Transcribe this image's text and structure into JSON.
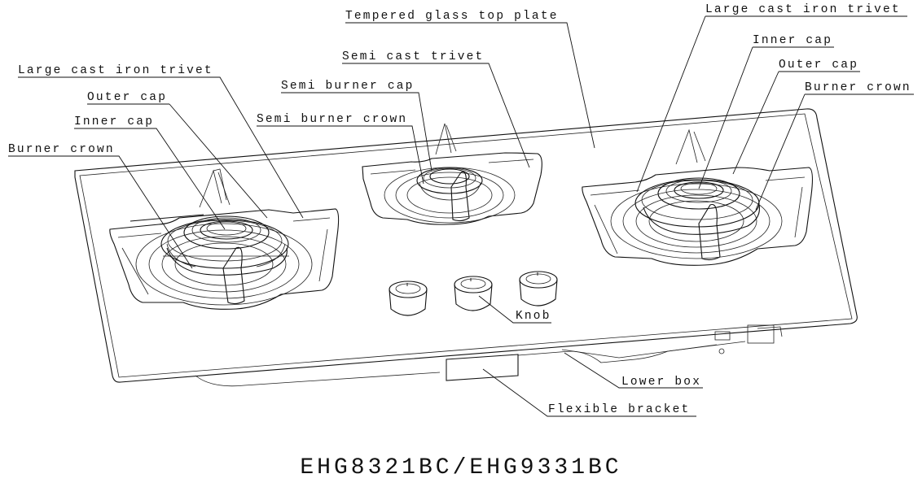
{
  "model": "EHG8321BC/EHG9331BC",
  "labels": {
    "tempered_glass_top_plate": "Tempered glass top plate",
    "large_cast_iron_trivet_right": "Large cast iron trivet",
    "inner_cap_right": "Inner cap",
    "outer_cap_right": "Outer cap",
    "burner_crown_right": "Burner crown",
    "semi_cast_trivet": "Semi cast trivet",
    "semi_burner_cap": "Semi burner cap",
    "semi_burner_crown": "Semi burner crown",
    "large_cast_iron_trivet_left": "Large cast iron trivet",
    "outer_cap_left": "Outer cap",
    "inner_cap_left": "Inner cap",
    "burner_crown_left": "Burner crown",
    "knob": "Knob",
    "lower_box": "Lower box",
    "flexible_bracket": "Flexible bracket"
  }
}
